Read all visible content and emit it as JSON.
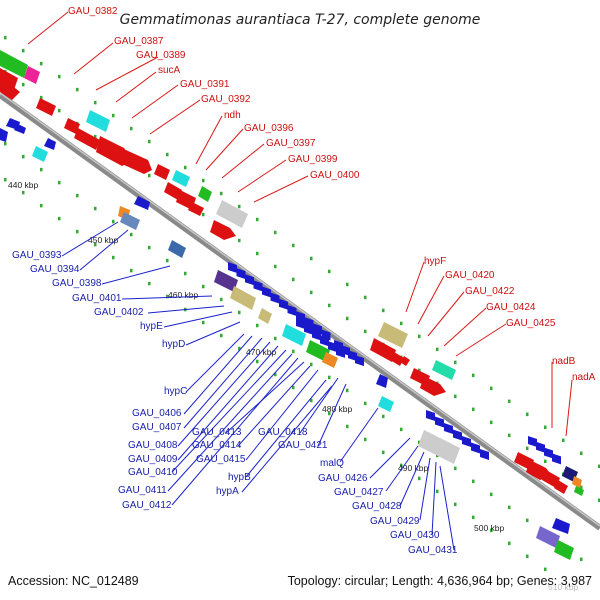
{
  "title": "Gemmatimonas aurantiaca T-27, complete genome",
  "footer": {
    "accession": "Accession: NC_012489",
    "summary": "Topology: circular; Length: 4,636,964 bp; Genes: 3,987"
  },
  "kbp_marks": [
    "440 kbp",
    "450 kbp",
    "460 kbp",
    "470 kbp",
    "480 kbp",
    "490 kbp",
    "500 kbp",
    "510 kbp"
  ],
  "labels_red": [
    "GAU_0382",
    "GAU_0387",
    "GAU_0389",
    "sucA",
    "GAU_0391",
    "GAU_0392",
    "ndh",
    "GAU_0396",
    "GAU_0397",
    "GAU_0399",
    "GAU_0400",
    "hypF",
    "GAU_0420",
    "GAU_0422",
    "GAU_0424",
    "GAU_0425",
    "nadB",
    "nadA"
  ],
  "labels_blue": [
    "GAU_0393",
    "GAU_0394",
    "GAU_0398",
    "GAU_0401",
    "GAU_0402",
    "hypE",
    "hypD",
    "hypC",
    "GAU_0406",
    "GAU_0407",
    "GAU_0408",
    "GAU_0409",
    "GAU_0410",
    "GAU_0411",
    "GAU_0412",
    "GAU_0413",
    "GAU_0414",
    "GAU_0415",
    "GAU_0418",
    "GAU_0421",
    "hypB",
    "hypA",
    "malQ",
    "GAU_0426",
    "GAU_0427",
    "GAU_0428",
    "GAU_0429",
    "GAU_0430",
    "GAU_0431"
  ],
  "colors": {
    "forward_gene": "#dd1111",
    "reverse_gene": "#1a1acc",
    "backbone": "#888888",
    "tick": "#33aa33"
  }
}
